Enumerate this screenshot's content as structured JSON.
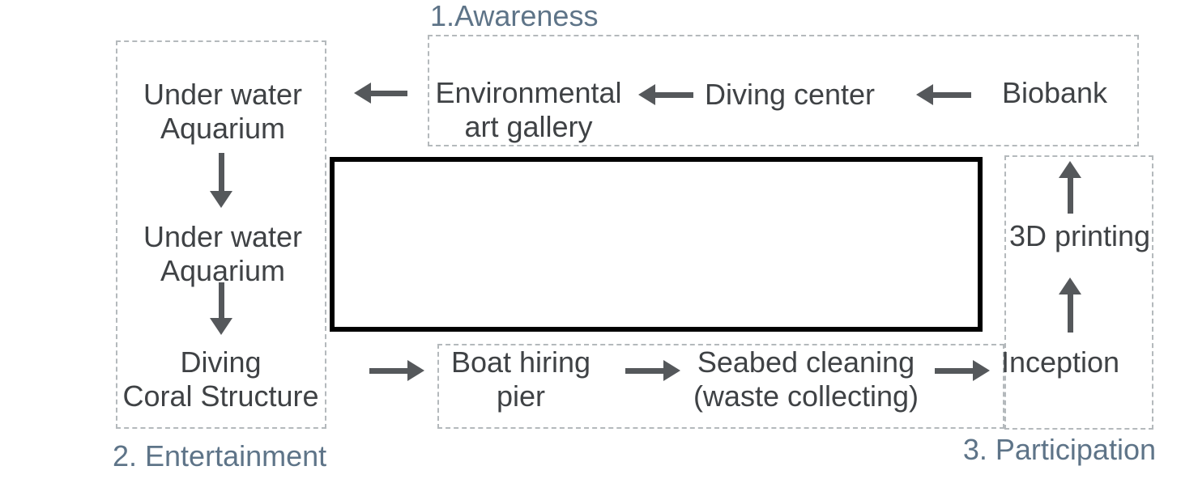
{
  "colors": {
    "background": "#ffffff",
    "text": "#3f4245",
    "phase_label": "#5e7488",
    "arrow": "#55585b",
    "dashed_border": "#b4b9bc",
    "solid_border": "#000000"
  },
  "diagram": {
    "phase_labels": {
      "awareness": "1.Awareness",
      "entertainment": "2. Entertainment",
      "participation": "3. Participation"
    },
    "nodes": {
      "underwater_aquarium_1": "Under water\nAquarium",
      "underwater_aquarium_2": "Under water\nAquarium",
      "diving_coral_structure": "Diving\nCoral Structure",
      "environmental_art_gallery": "Environmental\nart gallery",
      "diving_center": "Diving center",
      "biobank": "Biobank",
      "boat_hiring_pier": "Boat hiring\npier",
      "seabed_cleaning": "Seabed cleaning\n(waste collecting)",
      "inception": "Inception",
      "printing_3d": "3D printing"
    },
    "arrows": [
      {
        "from": "environmental_art_gallery",
        "to": "underwater_aquarium_1",
        "direction": "left"
      },
      {
        "from": "diving_center",
        "to": "environmental_art_gallery",
        "direction": "left"
      },
      {
        "from": "biobank",
        "to": "diving_center",
        "direction": "left"
      },
      {
        "from": "underwater_aquarium_1",
        "to": "underwater_aquarium_2",
        "direction": "down"
      },
      {
        "from": "underwater_aquarium_2",
        "to": "diving_coral_structure",
        "direction": "down"
      },
      {
        "from": "diving_coral_structure",
        "to": "boat_hiring_pier",
        "direction": "right"
      },
      {
        "from": "boat_hiring_pier",
        "to": "seabed_cleaning",
        "direction": "right"
      },
      {
        "from": "seabed_cleaning",
        "to": "inception",
        "direction": "right"
      },
      {
        "from": "inception",
        "to": "printing_3d",
        "direction": "up"
      },
      {
        "from": "printing_3d",
        "to": "awareness_group",
        "direction": "up"
      }
    ]
  }
}
